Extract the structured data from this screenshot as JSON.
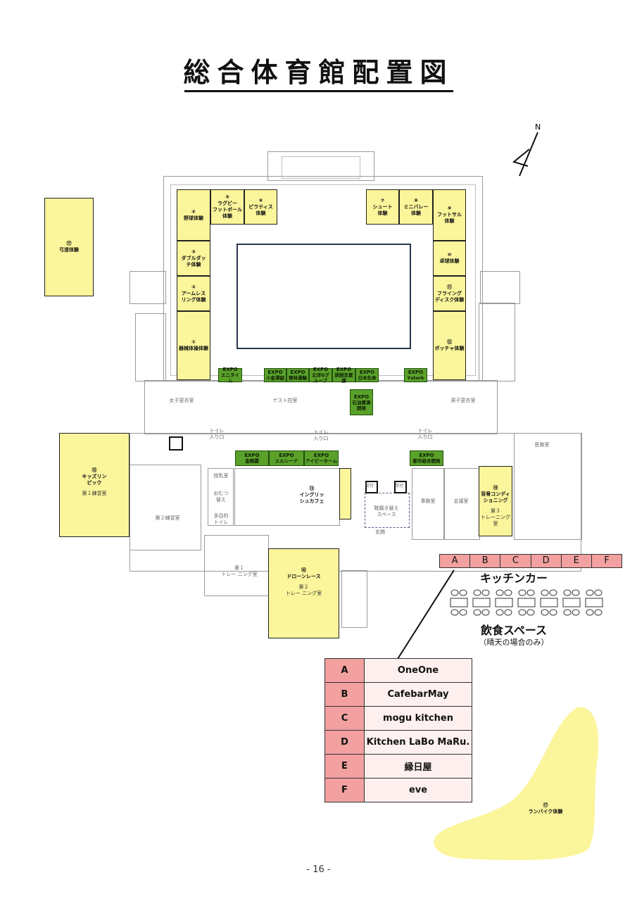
{
  "title": "総合体育館配置図",
  "north_label": "N",
  "page_number": "- 16 -",
  "colors": {
    "booth_yellow": "#fbf59b",
    "expo_green": "#5aa12a",
    "kitchen_red": "#f2a0a0",
    "legend_value_bg": "#fdf0ef"
  },
  "booths": {
    "b1": {
      "num": "①",
      "label": "器械体操体験"
    },
    "b2": {
      "num": "②",
      "label": "アームレス\nリング体験"
    },
    "b3": {
      "num": "③",
      "label": "ダブルダッ\nチ体験"
    },
    "b4": {
      "num": "④",
      "label": "野球体験"
    },
    "b5": {
      "num": "⑤",
      "label": "ラグビー\nフットボール\n体験"
    },
    "b6": {
      "num": "⑥",
      "label": "ピラティス\n体験"
    },
    "b7": {
      "num": "⑦",
      "label": "シュート\n体験"
    },
    "b8": {
      "num": "⑧",
      "label": "ミニバレー\n体験"
    },
    "b9": {
      "num": "⑨",
      "label": "フットサル\n体験"
    },
    "b10": {
      "num": "⑩",
      "label": "卓球体験"
    },
    "b11": {
      "num": "⑪",
      "label": "フライング\nディスク体験"
    },
    "b12": {
      "num": "⑫",
      "label": "ボッチャ体験"
    },
    "b13": {
      "num": "⑬",
      "label": "イングリッ\nシュカフェ"
    },
    "b14": {
      "num": "⑭",
      "label": "背骨コンディ\nショニング",
      "sub": "第３\nトレーニング室"
    },
    "b15": {
      "num": "⑮",
      "label": "キッズリン\nピック",
      "sub": "第１練習室"
    },
    "b16": {
      "num": "⑯",
      "label": "ドローンレース",
      "sub": "第２\nトレー ニング室"
    },
    "b17": {
      "num": "⑰",
      "label": "弓道体験"
    },
    "b17b": {
      "num": "⑰",
      "label": "ランバイク体験"
    }
  },
  "expo": [
    {
      "e": "EXPO",
      "name": "エニタイム"
    },
    {
      "e": "EXPO",
      "name": "小金澤組"
    },
    {
      "e": "EXPO",
      "name": "栗林運輸"
    },
    {
      "e": "EXPO",
      "name": "北洋Gグループ"
    },
    {
      "e": "EXPO",
      "name": "語読支援課"
    },
    {
      "e": "EXPO",
      "name": "日本生命"
    },
    {
      "e": "EXPO",
      "name": "Ystork"
    },
    {
      "e": "EXPO",
      "name": "石油資源\n開発"
    },
    {
      "e": "EXPO",
      "name": "金剛園"
    },
    {
      "e": "EXPO",
      "name": "エルシード"
    },
    {
      "e": "EXPO",
      "name": "アイビーホーム"
    },
    {
      "e": "EXPO",
      "name": "都市総合開発"
    }
  ],
  "rooms": {
    "women_locker": "女子更衣室",
    "guest_room": "ゲスト控室",
    "men_locker": "男子更衣室",
    "toilet_entrance_1": "トイレ\n入り口",
    "toilet_entrance_2": "トイレ\n入り口",
    "toilet_entrance_3": "トイレ\n入り口",
    "practice_room_2": "第２練習室",
    "office": "事務室",
    "meeting_room": "会議室",
    "nurse_room": "医務室",
    "training_room_1": "第１\nトレー ニング室",
    "nursing_room": "授乳室",
    "diaper": "おむつ\n替え",
    "multipurpose_toilet": "多目的\nトイレ",
    "reception_1": "受付",
    "reception_2": "受付",
    "changing_space": "靴履き替え\nスペース",
    "entrance": "玄関"
  },
  "kitchen_car": {
    "slots": [
      "A",
      "B",
      "C",
      "D",
      "E",
      "F"
    ],
    "label": "キッチンカー"
  },
  "eating_space": {
    "label": "飲食スペース",
    "note": "（晴天の場合のみ）"
  },
  "vendors": [
    {
      "key": "A",
      "name": "OneOne"
    },
    {
      "key": "B",
      "name": "CafebarMay"
    },
    {
      "key": "C",
      "name": "mogu kitchen"
    },
    {
      "key": "D",
      "name": "Kitchen LaBo MaRu."
    },
    {
      "key": "E",
      "name": "縁日屋"
    },
    {
      "key": "F",
      "name": "eve"
    }
  ]
}
